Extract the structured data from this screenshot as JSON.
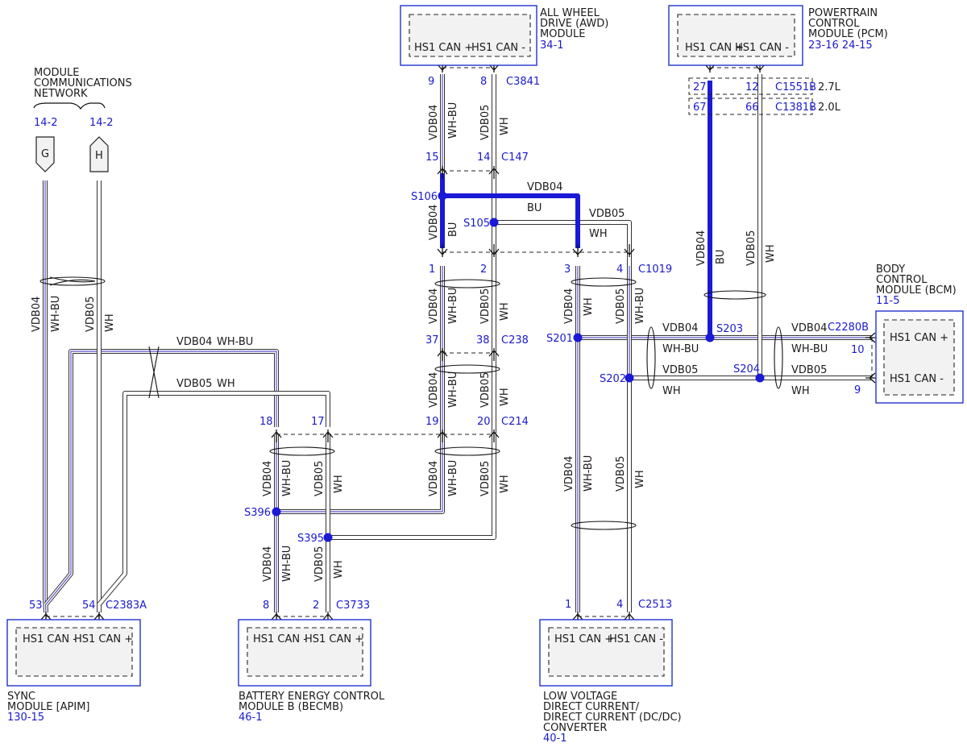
{
  "diagram": {
    "network_label": [
      "MODULE",
      "COMMUNICATIONS",
      "NETWORK"
    ],
    "network_refs": [
      "14-2",
      "14-2"
    ],
    "network_connectors": [
      "G",
      "H"
    ],
    "modules": {
      "awd": {
        "name": [
          "ALL WHEEL",
          "DRIVE (AWD)",
          "MODULE"
        ],
        "ref": "34-1",
        "pin_labels": [
          "HS1 CAN +",
          "HS1 CAN -"
        ]
      },
      "pcm": {
        "name": [
          "POWERTRAIN",
          "CONTROL",
          "MODULE (PCM)"
        ],
        "ref": "23-16 24-15",
        "pin_labels": [
          "HS1 CAN +",
          "HS1 CAN -"
        ]
      },
      "bcm": {
        "name": [
          "BODY",
          "CONTROL",
          "MODULE (BCM)"
        ],
        "ref": "11-5",
        "pin_labels": [
          "HS1 CAN +",
          "HS1 CAN -"
        ]
      },
      "sync": {
        "name": [
          "SYNC",
          "MODULE [APIM]"
        ],
        "ref": "130-15",
        "pin_labels": [
          "HS1 CAN -",
          "HS1 CAN +"
        ]
      },
      "becm": {
        "name": [
          "BATTERY ENERGY CONTROL",
          "MODULE B (BECMB)"
        ],
        "ref": "46-1",
        "pin_labels": [
          "HS1 CAN -",
          "HS1 CAN +"
        ]
      },
      "dcdc": {
        "name": [
          "LOW VOLTAGE",
          "DIRECT CURRENT/",
          "DIRECT CURRENT (DC/DC)",
          "CONVERTER"
        ],
        "ref": "40-1",
        "pin_labels": [
          "HS1 CAN +",
          "HS1 CAN -"
        ]
      }
    },
    "connectors": {
      "c3841": {
        "id": "C3841",
        "pins": [
          "9",
          "8"
        ]
      },
      "c147": {
        "id": "C147",
        "pins": [
          "15",
          "14"
        ]
      },
      "c1019": {
        "id": "C1019",
        "pins": [
          "1",
          "2",
          "3",
          "4"
        ]
      },
      "c238": {
        "id": "C238",
        "pins": [
          "37",
          "38"
        ]
      },
      "c214": {
        "id": "C214",
        "pins": [
          "19",
          "20",
          "18",
          "17"
        ]
      },
      "c1551b": {
        "id": "C1551B",
        "pins": [
          "27",
          "12"
        ],
        "variant": "2.7L"
      },
      "c1381b": {
        "id": "C1381B",
        "pins": [
          "67",
          "66"
        ],
        "variant": "2.0L"
      },
      "c2280b": {
        "id": "C2280B",
        "pins": [
          "10",
          "9"
        ]
      },
      "c2383a": {
        "id": "C2383A",
        "pins": [
          "53",
          "54"
        ]
      },
      "c3733": {
        "id": "C3733",
        "pins": [
          "8",
          "2"
        ]
      },
      "c2513": {
        "id": "C2513",
        "pins": [
          "1",
          "4"
        ]
      }
    },
    "splices": [
      "S106",
      "S105",
      "S201",
      "S202",
      "S203",
      "S204",
      "S396",
      "S395"
    ],
    "circuits": {
      "vdb04": "VDB04",
      "vdb05": "VDB05"
    },
    "wire_colors": {
      "wh_bu": "WH-BU",
      "wh": "WH",
      "bu": "BU"
    },
    "colors": {
      "label_blue": "#1a1acc",
      "wire_blue": "#1a1ad6",
      "stripe": "#5a52c8",
      "module_border": "#2233cc"
    }
  }
}
